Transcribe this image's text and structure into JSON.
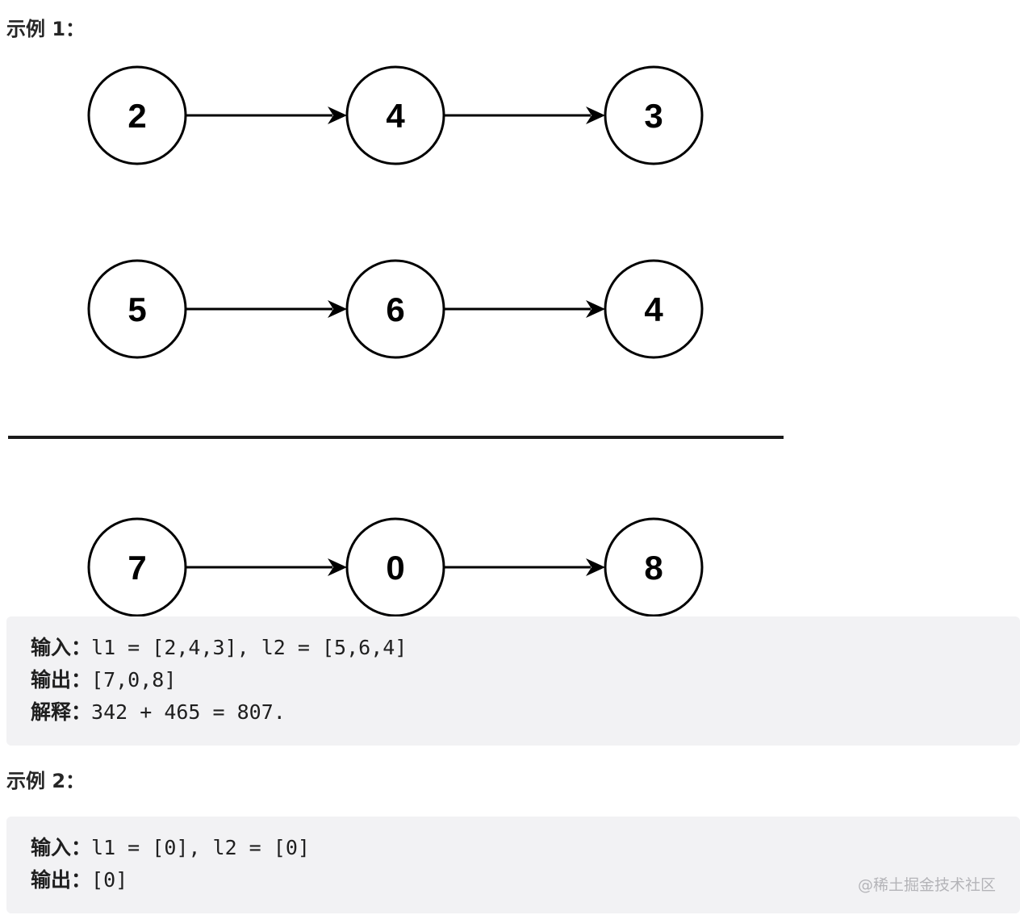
{
  "example1": {
    "heading": "示例 1："
  },
  "diagram": {
    "lists": [
      {
        "nodes": [
          "2",
          "4",
          "3"
        ]
      },
      {
        "nodes": [
          "5",
          "6",
          "4"
        ]
      },
      {
        "nodes": [
          "7",
          "0",
          "8"
        ]
      }
    ]
  },
  "code1": {
    "lines": [
      {
        "key": "输入：",
        "value": "l1 = [2,4,3], l2 = [5,6,4]"
      },
      {
        "key": "输出：",
        "value": "[7,0,8]"
      },
      {
        "key": "解释：",
        "value": "342 + 465 = 807."
      }
    ]
  },
  "example2": {
    "heading": "示例 2："
  },
  "code2": {
    "lines": [
      {
        "key": "输入：",
        "value": "l1 = [0], l2 = [0]"
      },
      {
        "key": "输出：",
        "value": "[0]"
      }
    ]
  },
  "watermark": "@稀土掘金技术社区"
}
